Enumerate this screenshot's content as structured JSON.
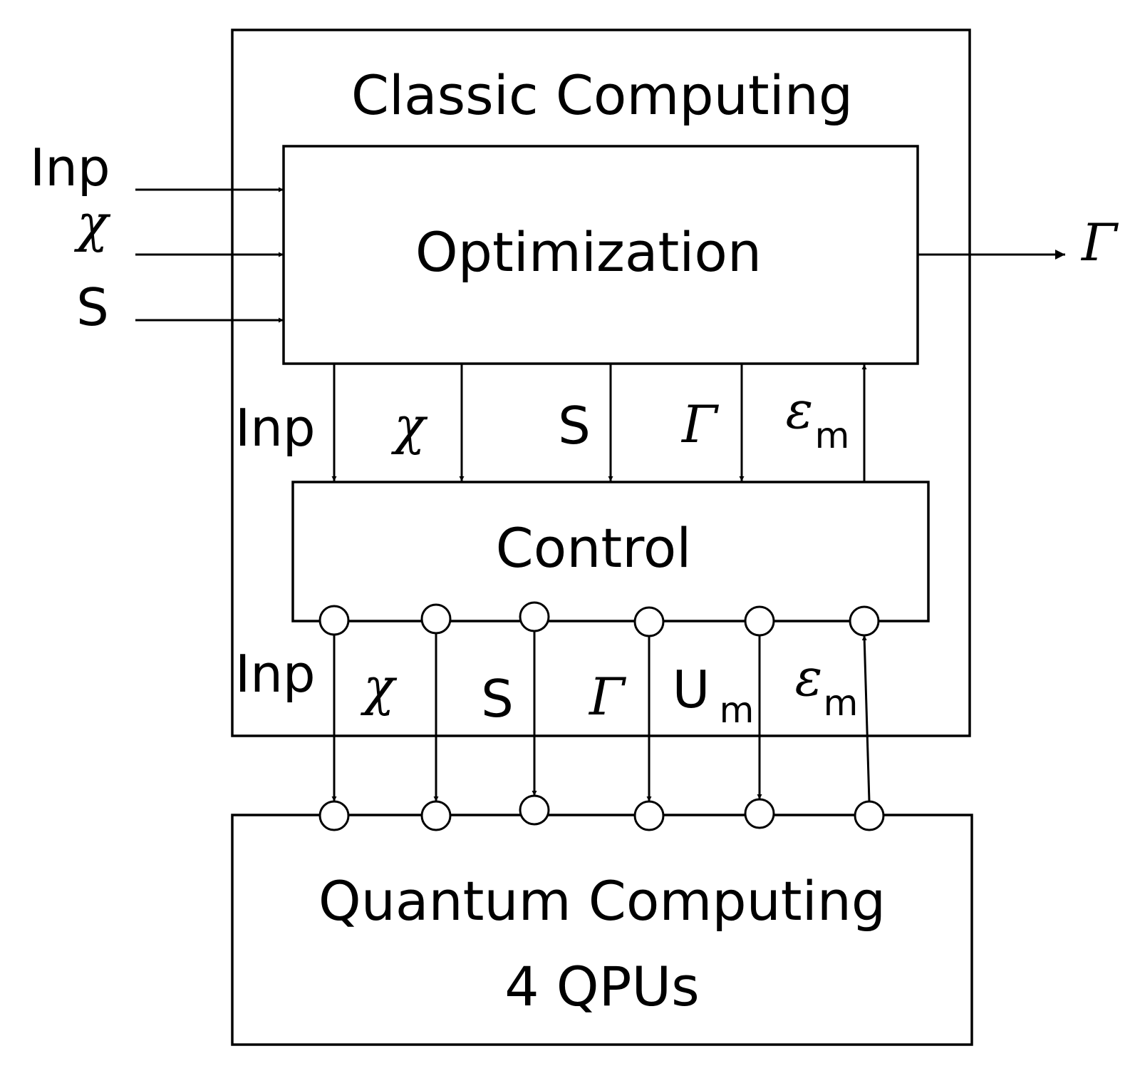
{
  "blocks": {
    "classic": "Classic Computing",
    "optimization": "Optimization",
    "control": "Control",
    "quantum_line1": "Quantum Computing",
    "quantum_line2": "4 QPUs"
  },
  "inputs": {
    "inp": "Inp",
    "chi": "χ",
    "s": "S"
  },
  "output": {
    "gamma": "Γ"
  },
  "opt_control_signals": {
    "inp": "Inp",
    "chi": "χ",
    "s": "S",
    "gamma": "Γ",
    "eps": "ε",
    "eps_sub": "m"
  },
  "control_quantum_signals": {
    "inp": "Inp",
    "chi": "χ",
    "s": "S",
    "gamma": "Γ",
    "u": "U",
    "u_sub": "m",
    "eps": "ε",
    "eps_sub": "m"
  }
}
